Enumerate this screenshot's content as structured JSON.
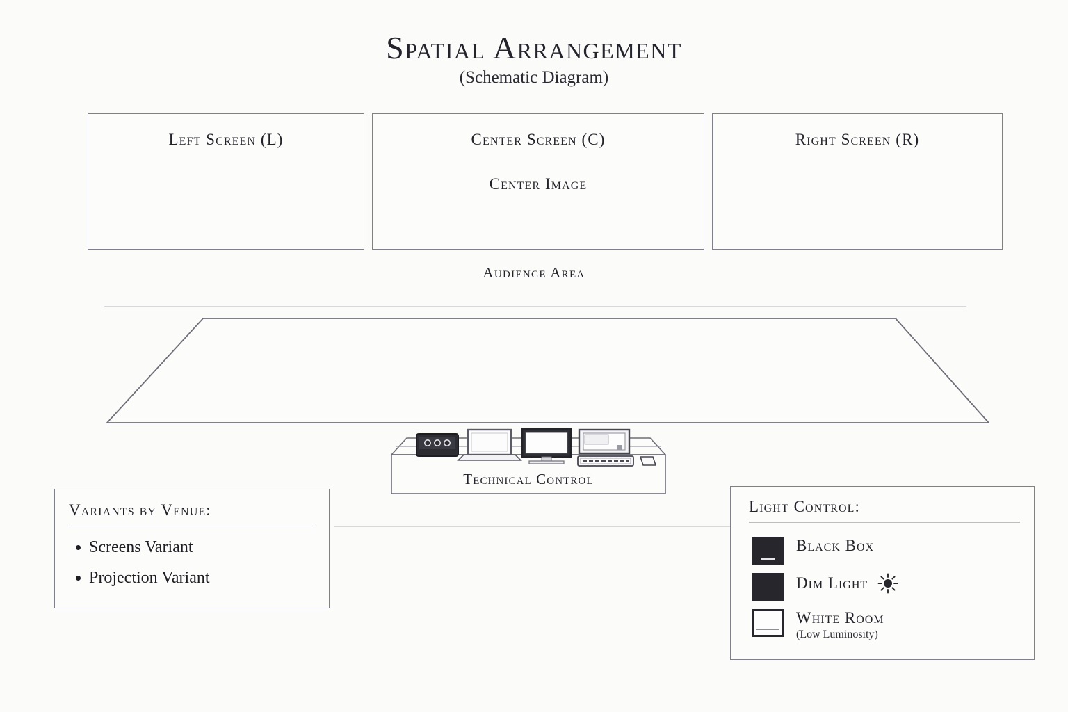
{
  "header": {
    "title": "Spatial Arrangement",
    "subtitle": "(Schematic Diagram)"
  },
  "screens": [
    {
      "name": "screen-left",
      "label": "Left Screen (L)",
      "secondary": ""
    },
    {
      "name": "screen-center",
      "label": "Center Screen (C)",
      "secondary": "Center Image"
    },
    {
      "name": "screen-right",
      "label": "Right Screen (R)",
      "secondary": ""
    }
  ],
  "audience": {
    "label": "Audience Area"
  },
  "tech_control": {
    "label": "Technical Control",
    "equipment": [
      {
        "name": "audio-mixer-icon",
        "knobs": 3
      },
      {
        "name": "laptop-icon"
      },
      {
        "name": "monitor-icon"
      },
      {
        "name": "workstation-icon"
      },
      {
        "name": "keyboard-icon"
      },
      {
        "name": "mouse-icon"
      }
    ]
  },
  "variants_panel": {
    "title": "Variants by Venue:",
    "items": [
      "Screens Variant",
      "Projection Variant"
    ]
  },
  "light_panel": {
    "title": "Light Control:",
    "rows": [
      {
        "label": "Black Box",
        "sub": "",
        "swatch": "solid-black",
        "icon": ""
      },
      {
        "label": "Dim Light",
        "sub": "",
        "swatch": "moon",
        "icon": "sun-icon"
      },
      {
        "label": "White Room",
        "sub": "(Low Luminosity)",
        "swatch": "white",
        "icon": ""
      }
    ]
  },
  "colors": {
    "background": "#fbfbfa",
    "ink": "#1e1e24",
    "stroke": "#80808a",
    "rule": "#d8d8dc",
    "swatch_dark": "#26262c"
  }
}
